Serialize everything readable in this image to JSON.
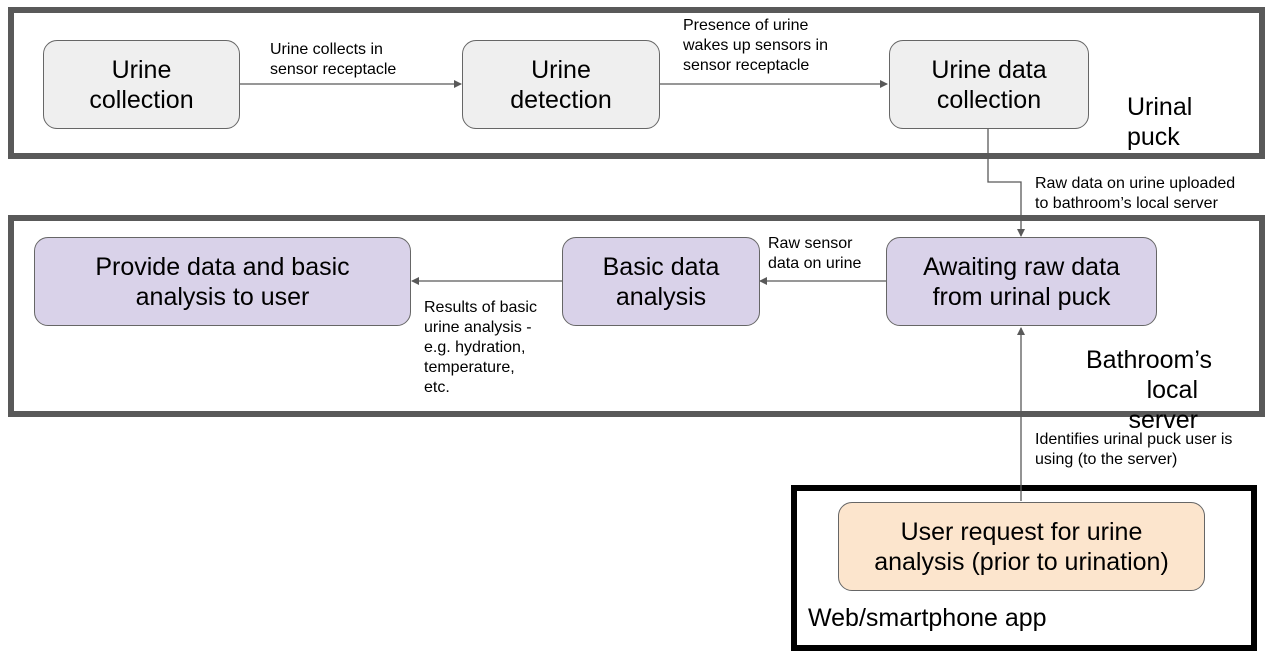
{
  "groups": {
    "urinal_puck": "Urinal\npuck",
    "local_server": "Bathroom’s\nlocal server",
    "app": "Web/smartphone app"
  },
  "nodes": {
    "urine_collection": "Urine\ncollection",
    "urine_detection": "Urine\ndetection",
    "urine_data_collection": "Urine data\ncollection",
    "awaiting_raw_data": "Awaiting raw data\nfrom urinal puck",
    "basic_analysis": "Basic data\nanalysis",
    "provide_data": "Provide data and basic\nanalysis to user",
    "user_request": "User request for urine\nanalysis (prior to urination)"
  },
  "edges": {
    "collects": "Urine collects in\nsensor receptacle",
    "presence": "Presence of urine\nwakes up sensors in\nsensor receptacle",
    "raw_upload": "Raw data on urine uploaded\nto bathroom’s local server",
    "raw_sensor": "Raw sensor\ndata on urine",
    "results": "Results of basic\nurine analysis -\ne.g. hydration,\ntemperature,\netc.",
    "identifies": "Identifies urinal puck user is\nusing (to the server)"
  },
  "colors": {
    "gray_node": "#efefef",
    "purple_node": "#d9d2e9",
    "orange_node": "#fce5cd",
    "frame": "#595959",
    "app_frame": "#000000"
  }
}
